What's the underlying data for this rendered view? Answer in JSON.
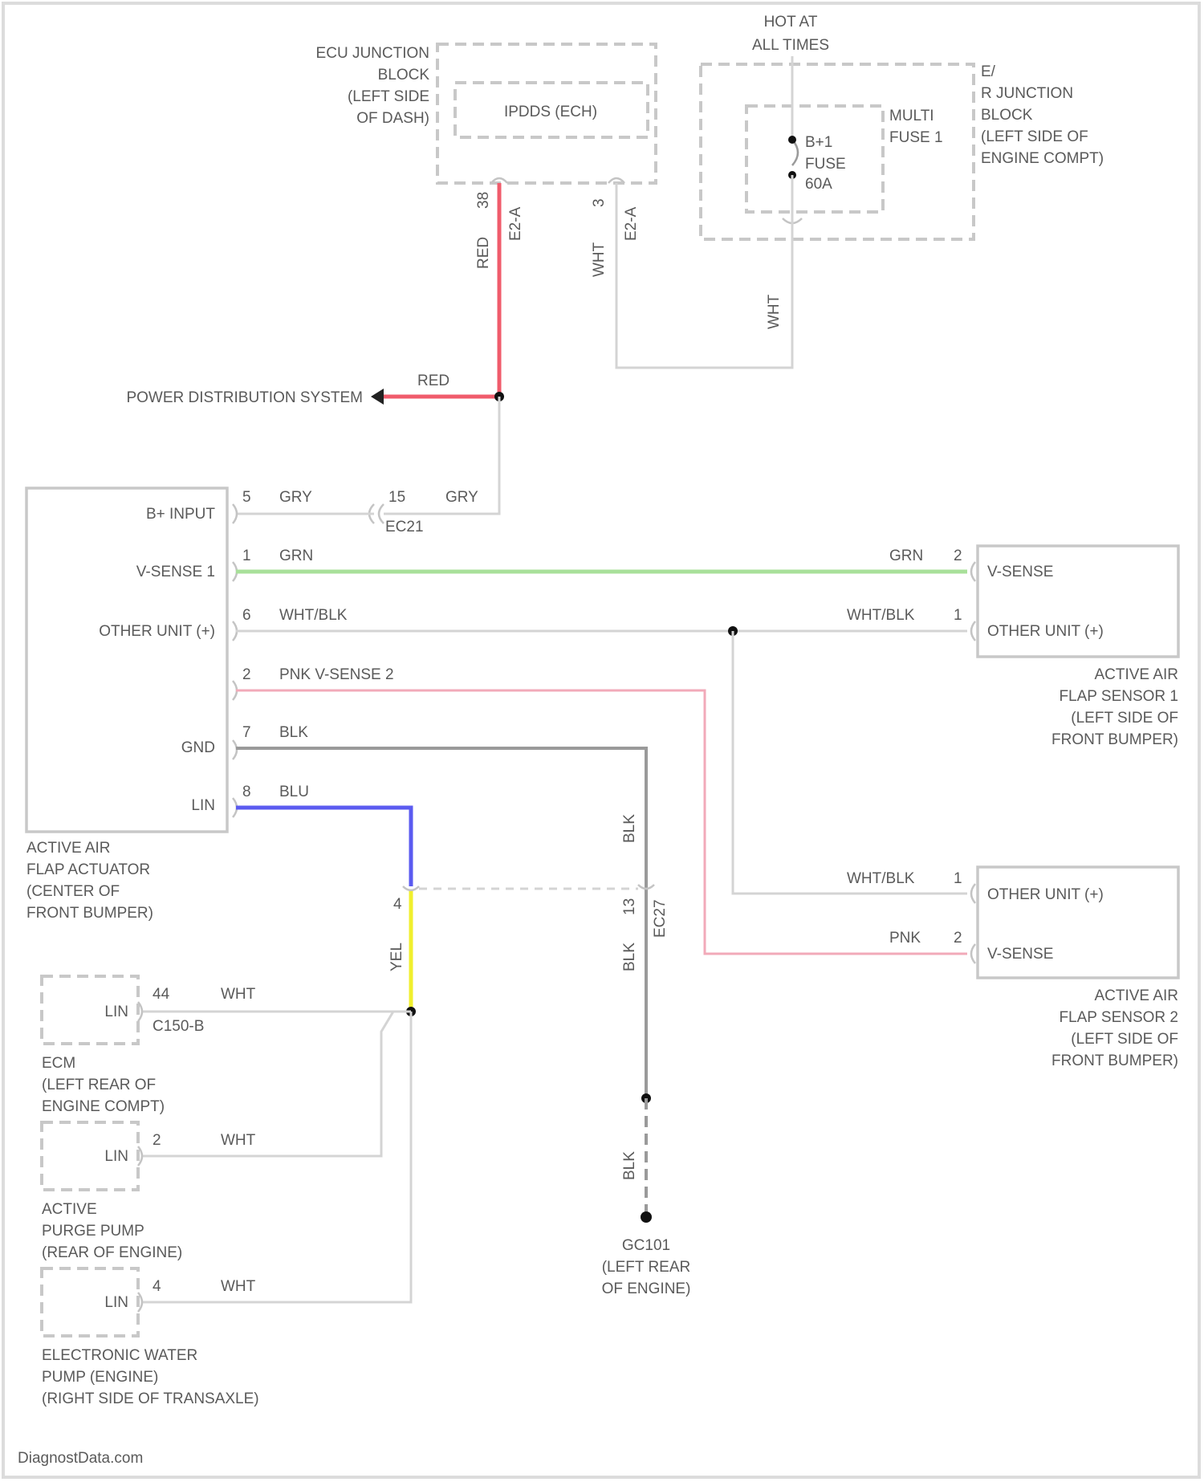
{
  "header": {
    "hot_line1": "HOT AT",
    "hot_line2": "ALL TIMES"
  },
  "ecu_junction_block": {
    "label_lines": [
      "ECU JUNCTION",
      "BLOCK",
      "(LEFT SIDE",
      "OF DASH)"
    ],
    "inner_label": "IPDDS (ECH)",
    "pin_left": "38",
    "conn_left": "E2-A",
    "pin_right": "3",
    "conn_right": "E2-A"
  },
  "r_junction_block": {
    "label_lines": [
      "E/",
      "R JUNCTION",
      "BLOCK",
      "(LEFT SIDE OF",
      "ENGINE COMPT)"
    ],
    "multi_fuse_lines": [
      "MULTI",
      "FUSE 1"
    ],
    "fuse_lines": [
      "B+1",
      "FUSE",
      "60A"
    ]
  },
  "wires": {
    "red": "RED",
    "wht": "WHT",
    "gry": "GRY",
    "grn": "GRN",
    "wht_blk": "WHT/BLK",
    "pnk": "PNK",
    "blk": "BLK",
    "blu": "BLU",
    "yel": "YEL"
  },
  "power_distribution": "POWER DISTRIBUTION SYSTEM",
  "splice_ec21": {
    "pin": "15",
    "name": "EC21"
  },
  "splice_ec27": {
    "pin": "13",
    "name": "EC27"
  },
  "actuator": {
    "pins": [
      {
        "label": "B+ INPUT",
        "pin": "5",
        "wire": "GRY"
      },
      {
        "label": "V-SENSE 1",
        "pin": "1",
        "wire": "GRN"
      },
      {
        "label": "OTHER UNIT (+)",
        "pin": "6",
        "wire": "WHT/BLK"
      },
      {
        "label": "",
        "pin": "2",
        "wire": "PNK V-SENSE 2"
      },
      {
        "label": "GND",
        "pin": "7",
        "wire": "BLK"
      },
      {
        "label": "LIN",
        "pin": "8",
        "wire": "BLU"
      }
    ],
    "caption_lines": [
      "ACTIVE AIR",
      "FLAP ACTUATOR",
      "(CENTER OF",
      "FRONT BUMPER)"
    ]
  },
  "sensor1": {
    "vsense": "V-SENSE",
    "other": "OTHER UNIT (+)",
    "pin_vsense": "2",
    "pin_other": "1",
    "caption_lines": [
      "ACTIVE AIR",
      "FLAP SENSOR 1",
      "(LEFT SIDE OF",
      "FRONT BUMPER)"
    ]
  },
  "sensor2": {
    "other": "OTHER UNIT (+)",
    "vsense": "V-SENSE",
    "pin_other": "1",
    "pin_vsense": "2",
    "caption_lines": [
      "ACTIVE AIR",
      "FLAP SENSOR 2",
      "(LEFT SIDE OF",
      "FRONT BUMPER)"
    ]
  },
  "yel_pin": "4",
  "lin_devices": [
    {
      "label": "LIN",
      "pin": "44",
      "wire": "WHT",
      "connector": "C150-B",
      "caption_lines": [
        "ECM",
        "(LEFT REAR OF",
        "ENGINE COMPT)"
      ]
    },
    {
      "label": "LIN",
      "pin": "2",
      "wire": "WHT",
      "connector": "",
      "caption_lines": [
        "ACTIVE",
        "PURGE PUMP",
        "(REAR OF ENGINE)"
      ]
    },
    {
      "label": "LIN",
      "pin": "4",
      "wire": "WHT",
      "connector": "",
      "caption_lines": [
        "ELECTRONIC WATER",
        "PUMP (ENGINE)",
        "(RIGHT SIDE OF TRANSAXLE)"
      ]
    }
  ],
  "ground": {
    "name": "GC101",
    "caption_lines": [
      "(LEFT REAR",
      "OF ENGINE)"
    ]
  },
  "watermark": "DiagnostData.com"
}
